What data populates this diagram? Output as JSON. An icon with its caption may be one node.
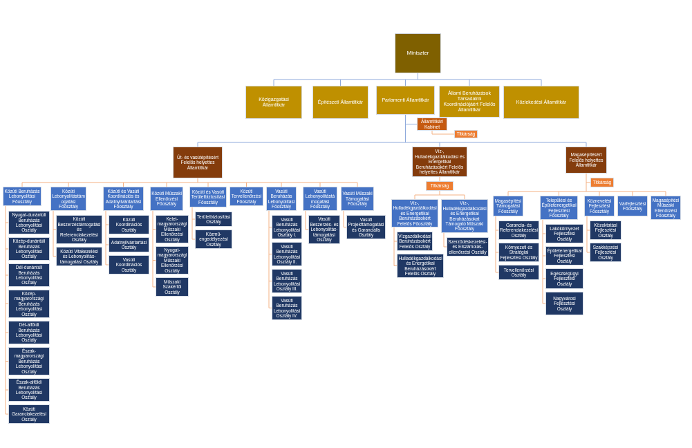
{
  "diagram": {
    "nodes": [
      {
        "text": [
          "Miniszter"
        ]
      },
      {
        "text": [
          "Közigazgatási Államtitkár"
        ]
      },
      {
        "text": [
          "Építészeti Államtitkár"
        ]
      },
      {
        "text": [
          "Parlamenti Államtitkár"
        ]
      },
      {
        "text": [
          "Állami Beruházások Társadalmi Koordinációjáért Felelős Államtitkár"
        ]
      },
      {
        "text": [
          "Közlekedési Államtitkár"
        ]
      },
      {
        "text": [
          "Államtitkári Kabinet"
        ]
      },
      {
        "text": [
          "Titkárság"
        ]
      },
      {
        "text": [
          "Út- és vasútépítésért Felelős helyettes Államtitkár"
        ]
      },
      {
        "text": [
          "Víz-, Hulladékgazdálkodási és Energetikai Beruházásokért Felelős helyettes Államtitkár"
        ]
      },
      {
        "text": [
          "Magasépítésért Felelős helyettes Államtitkár"
        ]
      },
      {
        "text": [
          "Titkárság"
        ]
      },
      {
        "text": [
          "Titkárság"
        ]
      },
      {
        "text": [
          "Közúti Beruházás Lebonyolítási Főosztály"
        ]
      },
      {
        "text": [
          "Közúti Lebonyolítástámogatási Főosztály"
        ]
      },
      {
        "text": [
          "Közúti és Vasúti Koordinációs és Adatnyilvántartási Főosztály"
        ]
      },
      {
        "text": [
          "Közúti Műszaki Ellenőrzési Főosztály"
        ]
      },
      {
        "text": [
          "Közúti és Vasúti Területbiztosítási Főosztály"
        ]
      },
      {
        "text": [
          "Közúti Tervellenőrzési Főosztály"
        ]
      },
      {
        "text": [
          "Vasúti Beruházás Lebonyolítási Főosztály"
        ]
      },
      {
        "text": [
          "Vasúti Lebonyolítástámogatási Főosztály"
        ]
      },
      {
        "text": [
          "Vasúti Műszaki Támogatási Főosztály"
        ]
      },
      {
        "text": [
          "Víz-, Hulladékgazdálkodási és Energetikai Beruházásokért Felelős Főosztály"
        ]
      },
      {
        "text": [
          "Víz-, Hulladékgazdálkodási és Energetikai Beruházásokat Támogató Műszaki Főosztály"
        ]
      },
      {
        "text": [
          "Magasépítési Támogatási Főosztály"
        ]
      },
      {
        "text": [
          "Települési és Épületenergetikai Fejlesztési Főosztály"
        ]
      },
      {
        "text": [
          "Köznevelési Fejlesztési Főosztály"
        ]
      },
      {
        "text": [
          "Várfejlesztési Főosztály"
        ]
      },
      {
        "text": [
          "Magasépítési Műszaki Ellenőrzési Főosztály"
        ]
      },
      {
        "text": [
          "Nyugat-dunántúli Beruházás Lebonyolítási Osztály"
        ]
      },
      {
        "text": [
          "Közép-dunántúli Beruházás Lebonyolítási Osztály"
        ]
      },
      {
        "text": [
          "Dél-dunántúli Beruházás Lebonyolítási Osztály"
        ]
      },
      {
        "text": [
          "Közép-magyarországi Beruházás Lebonyolítási Osztály"
        ]
      },
      {
        "text": [
          "Dél-alföldi Beruházás Lebonyolítási Osztály"
        ]
      },
      {
        "text": [
          "Észak-magyarországi Beruházás Lebonyolítási Osztály"
        ]
      },
      {
        "text": [
          "Észak-alföldi Beruházás Lebonyolítási Osztály"
        ]
      },
      {
        "text": [
          "Közúti Garanciakezelési Osztály"
        ]
      },
      {
        "text": [
          "Közúti Beszerzéstámogatási és Referenciakezelési Osztály"
        ]
      },
      {
        "text": [
          "Közúti Vitakezelési és Lebonyolítás-támogatási Osztály"
        ]
      },
      {
        "text": [
          "Közúti Koordinációs Osztály"
        ]
      },
      {
        "text": [
          "Adatnyilvántartási Osztály"
        ]
      },
      {
        "text": [
          "Vasúti Koordinációs Osztály"
        ]
      },
      {
        "text": [
          "Kelet-magyarországi Műszaki Ellenőrzési Osztály"
        ]
      },
      {
        "text": [
          "Nyugat-magyarországi Műszaki Ellenőrzési Osztály"
        ]
      },
      {
        "text": [
          "Műszaki Szakértői Osztály"
        ]
      },
      {
        "text": [
          "Területbiztosítási Osztály"
        ]
      },
      {
        "text": [
          "Közmű-engedélyezési Osztály"
        ]
      },
      {
        "text": [
          "Vasúti Beruházás Lebonyolítási Osztály I."
        ]
      },
      {
        "text": [
          "Vasúti Beruházás Lebonyolítási Osztály II."
        ]
      },
      {
        "text": [
          "Vasúti Beruházás Lebonyolítási Osztály III."
        ]
      },
      {
        "text": [
          "Vasúti Beruházás Lebonyolítási Osztály IV."
        ]
      },
      {
        "text": [
          "Vasúti Beszerzés- és Lebonyolítás-támogatási Osztály"
        ]
      },
      {
        "text": [
          "Vasúti Projekttámogatási és Garanciális Osztály"
        ]
      },
      {
        "text": [
          "Vízgazdálkodási Beruházásokért Felelős Osztály"
        ]
      },
      {
        "text": [
          "Hulladékgazdálkodási és Energetikai Beruházásokért Felelős Osztály"
        ]
      },
      {
        "text": [
          "Szerződéskezelési- és Elszámolás-ellenőrzési Osztály"
        ]
      },
      {
        "text": [
          "Garancia- és Referenciakezelési Osztály"
        ]
      },
      {
        "text": [
          "Környezeti és Stratégiai Fejlesztési Osztály"
        ]
      },
      {
        "text": [
          "Tervellenőrzési Osztály"
        ]
      },
      {
        "text": [
          "Lakókörnyezet Fejlesztési Osztály"
        ]
      },
      {
        "text": [
          "Épületenergetikai Fejlesztési Osztály"
        ]
      },
      {
        "text": [
          "Egészségügyi Fejlesztési Osztály"
        ]
      },
      {
        "text": [
          "Nagyvárosi Fejlesztési Osztály"
        ]
      },
      {
        "text": [
          "Közoktatási Fejlesztési Osztály"
        ]
      },
      {
        "text": [
          "Szakképzési Fejlesztési Osztály"
        ]
      }
    ],
    "edges": [
      {
        "from": 0,
        "to": 1,
        "arrow": "none",
        "color": "#8faadc"
      },
      {
        "from": 0,
        "to": 2,
        "arrow": "none",
        "color": "#8faadc"
      },
      {
        "from": 0,
        "to": 3,
        "arrow": "none",
        "color": "#8faadc"
      },
      {
        "from": 0,
        "to": 4,
        "arrow": "none",
        "color": "#8faadc"
      },
      {
        "from": 0,
        "to": 5,
        "arrow": "none",
        "color": "#8faadc"
      },
      {
        "from": 3,
        "to": 6,
        "arrow": "none",
        "color": "#8faadc"
      },
      {
        "from": 6,
        "to": 7,
        "arrow": "none"
      },
      {
        "from": 3,
        "to": 8,
        "arrow": "none",
        "color": "#8faadc"
      },
      {
        "from": 3,
        "to": 9,
        "arrow": "none",
        "color": "#8faadc"
      },
      {
        "from": 3,
        "to": 10,
        "arrow": "none",
        "color": "#8faadc"
      },
      {
        "from": 9,
        "to": 11,
        "arrow": "none"
      },
      {
        "from": 10,
        "to": 12,
        "arrow": "none"
      },
      {
        "from": 8,
        "to": 13,
        "arrow": "none"
      },
      {
        "from": 8,
        "to": 14,
        "arrow": "none"
      },
      {
        "from": 8,
        "to": 15,
        "arrow": "none"
      },
      {
        "from": 8,
        "to": 16,
        "arrow": "none"
      },
      {
        "from": 8,
        "to": 17,
        "arrow": "none"
      },
      {
        "from": 8,
        "to": 18,
        "arrow": "none"
      },
      {
        "from": 8,
        "to": 19,
        "arrow": "none"
      },
      {
        "from": 8,
        "to": 20,
        "arrow": "none"
      },
      {
        "from": 8,
        "to": 21,
        "arrow": "none"
      },
      {
        "from": 11,
        "to": 22,
        "arrow": "none"
      },
      {
        "from": 11,
        "to": 23,
        "arrow": "none"
      },
      {
        "from": 10,
        "to": 24,
        "arrow": "none"
      },
      {
        "from": 10,
        "to": 25,
        "arrow": "none"
      },
      {
        "from": 10,
        "to": 26,
        "arrow": "none"
      },
      {
        "from": 10,
        "to": 27,
        "arrow": "none"
      },
      {
        "from": 10,
        "to": 28,
        "arrow": "none"
      },
      {
        "from": 13,
        "to": 29,
        "arrow": "none"
      },
      {
        "from": 13,
        "to": 30,
        "arrow": "none"
      },
      {
        "from": 13,
        "to": 31,
        "arrow": "none"
      },
      {
        "from": 13,
        "to": 32,
        "arrow": "none"
      },
      {
        "from": 13,
        "to": 33,
        "arrow": "none"
      },
      {
        "from": 13,
        "to": 34,
        "arrow": "none"
      },
      {
        "from": 13,
        "to": 35,
        "arrow": "none"
      },
      {
        "from": 13,
        "to": 36,
        "arrow": "none"
      },
      {
        "from": 14,
        "to": 37,
        "arrow": "none"
      },
      {
        "from": 14,
        "to": 38,
        "arrow": "none"
      },
      {
        "from": 15,
        "to": 39,
        "arrow": "none"
      },
      {
        "from": 15,
        "to": 40,
        "arrow": "none"
      },
      {
        "from": 15,
        "to": 41,
        "arrow": "none"
      },
      {
        "from": 16,
        "to": 42,
        "arrow": "none"
      },
      {
        "from": 16,
        "to": 43,
        "arrow": "none"
      },
      {
        "from": 16,
        "to": 44,
        "arrow": "none"
      },
      {
        "from": 17,
        "to": 45,
        "arrow": "none"
      },
      {
        "from": 17,
        "to": 46,
        "arrow": "none"
      },
      {
        "from": 19,
        "to": 47,
        "arrow": "none"
      },
      {
        "from": 19,
        "to": 48,
        "arrow": "none"
      },
      {
        "from": 19,
        "to": 49,
        "arrow": "none"
      },
      {
        "from": 19,
        "to": 50,
        "arrow": "none"
      },
      {
        "from": 20,
        "to": 51,
        "arrow": "none"
      },
      {
        "from": 21,
        "to": 52,
        "arrow": "none"
      },
      {
        "from": 22,
        "to": 53,
        "arrow": "none"
      },
      {
        "from": 22,
        "to": 54,
        "arrow": "none"
      },
      {
        "from": 23,
        "to": 55,
        "arrow": "none"
      },
      {
        "from": 24,
        "to": 56,
        "arrow": "none"
      },
      {
        "from": 24,
        "to": 57,
        "arrow": "none"
      },
      {
        "from": 24,
        "to": 58,
        "arrow": "none"
      },
      {
        "from": 25,
        "to": 59,
        "arrow": "none"
      },
      {
        "from": 25,
        "to": 60,
        "arrow": "none"
      },
      {
        "from": 25,
        "to": 61,
        "arrow": "none"
      },
      {
        "from": 25,
        "to": 62,
        "arrow": "none"
      },
      {
        "from": 26,
        "to": 63,
        "arrow": "none"
      },
      {
        "from": 26,
        "to": 64,
        "arrow": "none"
      }
    ]
  }
}
